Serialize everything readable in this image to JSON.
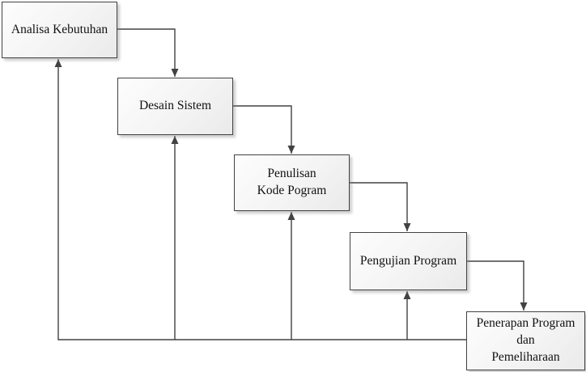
{
  "diagram": {
    "kind": "waterfall-model-flowchart",
    "colors": {
      "background": "#ffffff",
      "line": "#424242",
      "node_border": "#424242",
      "node_fill_top": "#fdfdfd",
      "node_fill_bottom": "#eaeaea",
      "text": "#111111"
    }
  },
  "nodes": [
    {
      "id": "analisa-kebutuhan",
      "label": "Analisa Kebutuhan"
    },
    {
      "id": "desain-sistem",
      "label": "Desain Sistem"
    },
    {
      "id": "penulisan-kode-pogram",
      "label": "Penulisan\nKode Pogram"
    },
    {
      "id": "pengujian-program",
      "label": "Pengujian Program"
    },
    {
      "id": "penerapan-program",
      "label": "Penerapan Program\ndan\nPemeliharaan"
    }
  ],
  "edges": [
    {
      "from": "analisa-kebutuhan",
      "to": "desain-sistem",
      "type": "forward"
    },
    {
      "from": "desain-sistem",
      "to": "penulisan-kode-pogram",
      "type": "forward"
    },
    {
      "from": "penulisan-kode-pogram",
      "to": "pengujian-program",
      "type": "forward"
    },
    {
      "from": "pengujian-program",
      "to": "penerapan-program",
      "type": "forward"
    },
    {
      "from": "penerapan-program",
      "to": "analisa-kebutuhan",
      "type": "feedback"
    },
    {
      "from": "penerapan-program",
      "to": "desain-sistem",
      "type": "feedback"
    },
    {
      "from": "penerapan-program",
      "to": "penulisan-kode-pogram",
      "type": "feedback"
    },
    {
      "from": "penerapan-program",
      "to": "pengujian-program",
      "type": "feedback"
    }
  ]
}
